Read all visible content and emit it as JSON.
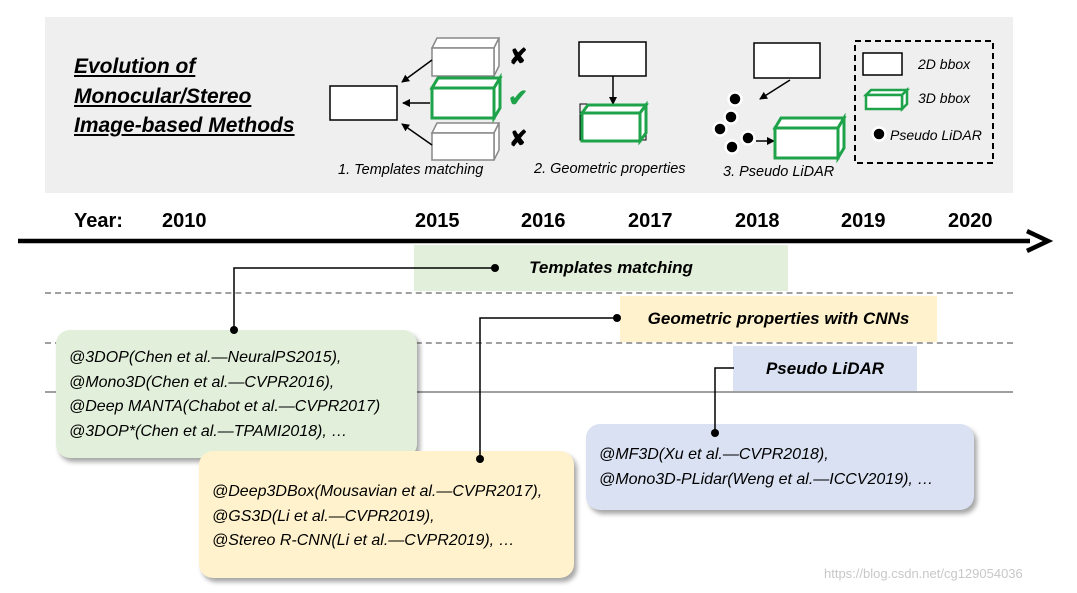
{
  "figure": {
    "title_lines": [
      "Evolution of",
      "Monocular/Stereo",
      "Image-based Methods"
    ],
    "captions": {
      "templates": "1. Templates matching",
      "geometric": "2. Geometric properties",
      "pseudo": "3. Pseudo LiDAR"
    },
    "marks": {
      "cross": "✘",
      "check": "✔"
    },
    "legend": {
      "bbox2d": "2D  bbox",
      "bbox3d": "3D  bbox",
      "pseudo_lidar": "Pseudo LiDAR"
    }
  },
  "timeline": {
    "label": "Year:",
    "years": [
      "2010",
      "2015",
      "2016",
      "2017",
      "2018",
      "2019",
      "2020"
    ]
  },
  "bands": {
    "templates": "Templates matching",
    "geometric": "Geometric properties with CNNs",
    "pseudo": "Pseudo LiDAR"
  },
  "cards": {
    "templates": [
      "@3DOP(Chen et al.—NeuralPS2015),",
      "@Mono3D(Chen et al.—CVPR2016),",
      "@Deep MANTA(Chabot et al.—CVPR2017)",
      "@3DOP*(Chen et al.—TPAMI2018), …"
    ],
    "geometric": [
      "@Deep3DBox(Mousavian et al.—CVPR2017),",
      "@GS3D(Li et al.—CVPR2019),",
      "@Stereo R-CNN(Li et al.—CVPR2019), …"
    ],
    "pseudo": [
      "@MF3D(Xu et al.—CVPR2018),",
      "@Mono3D-PLidar(Weng et al.—ICCV2019), …"
    ]
  },
  "watermark": "https://blog.csdn.net/cg129054036",
  "colors": {
    "box3d_green": "#1ea34a",
    "templates_band": "#e2efda",
    "geometric_band": "#fff2cc",
    "pseudo_band": "#d9e1f2",
    "templates_card": "#e2efda",
    "geometric_card": "#fff2cc",
    "pseudo_card": "#d9e1f2",
    "panel_bg": "#efefef"
  }
}
